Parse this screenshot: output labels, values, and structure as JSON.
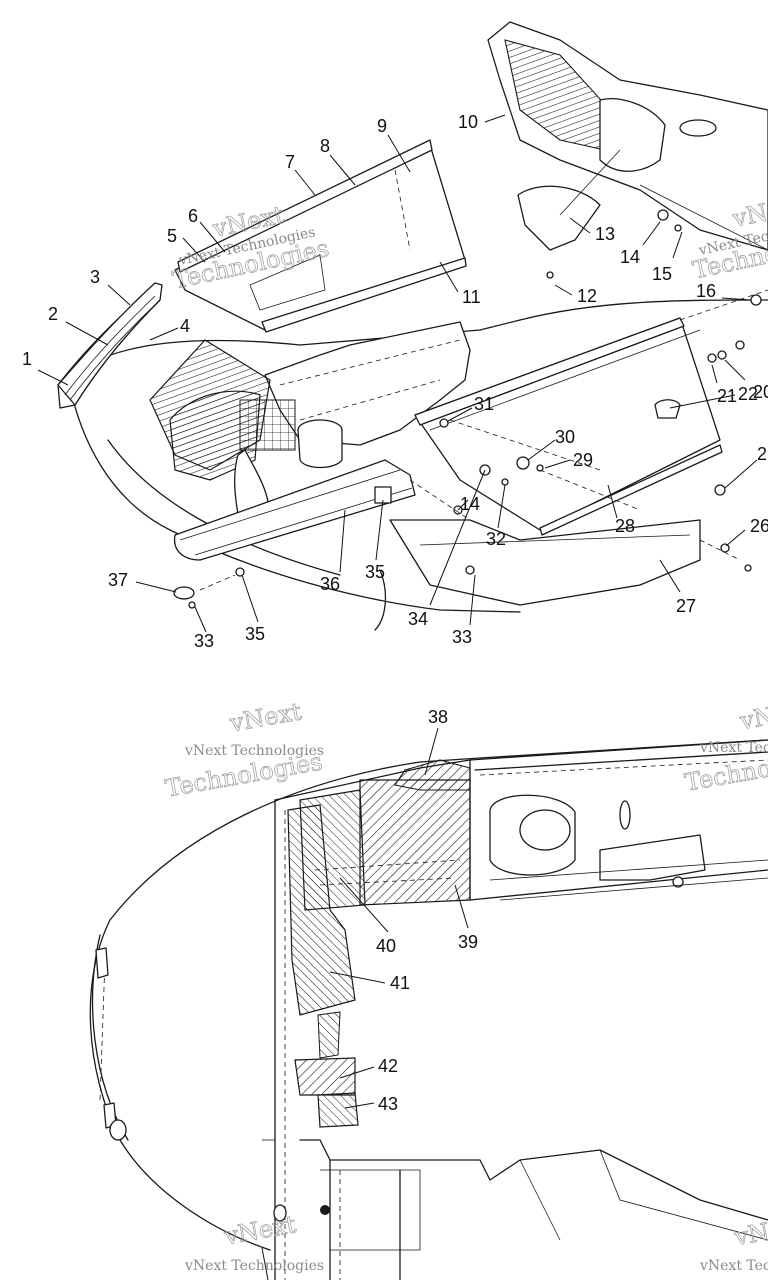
{
  "watermark": {
    "line1": "vNext",
    "line2": "vNext Technologies",
    "line3": "Technologies"
  },
  "upper_callouts": [
    "1",
    "2",
    "3",
    "4",
    "5",
    "6",
    "7",
    "8",
    "9",
    "10",
    "11",
    "12",
    "13",
    "14",
    "15",
    "16",
    "21",
    "20",
    "22",
    "2",
    "30",
    "29",
    "31",
    "14",
    "32",
    "28",
    "26",
    "27",
    "36",
    "35",
    "35",
    "37",
    "33",
    "34",
    "33"
  ],
  "lower_callouts": [
    "38",
    "39",
    "40",
    "41",
    "42",
    "43"
  ]
}
